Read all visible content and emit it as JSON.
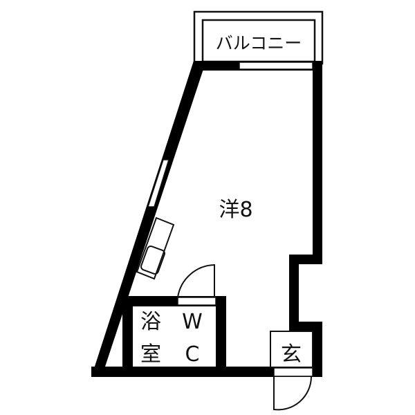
{
  "floorplan": {
    "rooms": {
      "balcony": "バルコニー",
      "western_room": "洋8",
      "bath_line1": "浴",
      "bath_line2": "室",
      "wc_line1": "W",
      "wc_line2": "C",
      "entrance": "玄"
    },
    "colors": {
      "wall": "#000000",
      "background": "#ffffff",
      "line": "#111111"
    }
  }
}
